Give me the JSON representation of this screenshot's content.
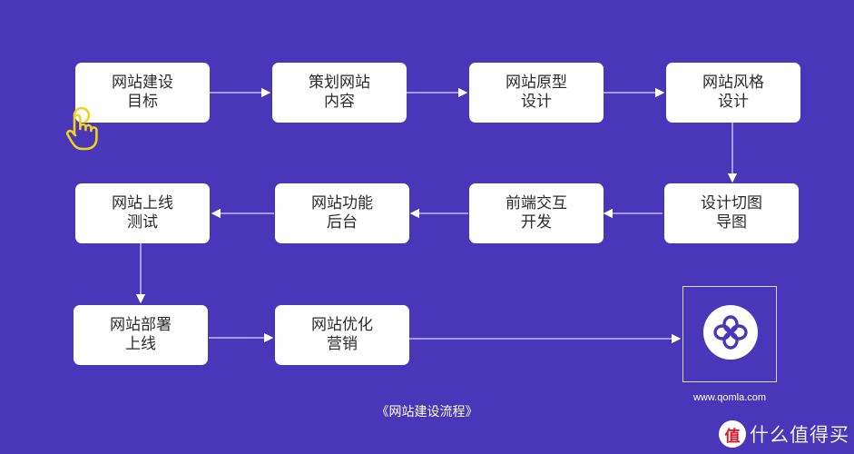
{
  "steps": [
    {
      "line1": "网站建设",
      "line2": "目标"
    },
    {
      "line1": "策划网站",
      "line2": "内容"
    },
    {
      "line1": "网站原型",
      "line2": "设计"
    },
    {
      "line1": "网站风格",
      "line2": "设计"
    },
    {
      "line1": "设计切图",
      "line2": "导图"
    },
    {
      "line1": "前端交互",
      "line2": "开发"
    },
    {
      "line1": "网站功能",
      "line2": "后台"
    },
    {
      "line1": "网站上线",
      "line2": "测试"
    },
    {
      "line1": "网站部署",
      "line2": "上线"
    },
    {
      "line1": "网站优化",
      "line2": "营销"
    }
  ],
  "caption": "《网站建设流程》",
  "logo": {
    "url": "www.qomla.com",
    "icon": "qomla-logo-icon"
  },
  "watermark": {
    "badge": "值",
    "text": "什么值得买"
  },
  "colors": {
    "background": "#4a36b8",
    "box": "#ffffff",
    "text": "#2b2b2b",
    "cursor": "#f2d21b"
  },
  "cursor_icon": "pointing-hand-icon"
}
